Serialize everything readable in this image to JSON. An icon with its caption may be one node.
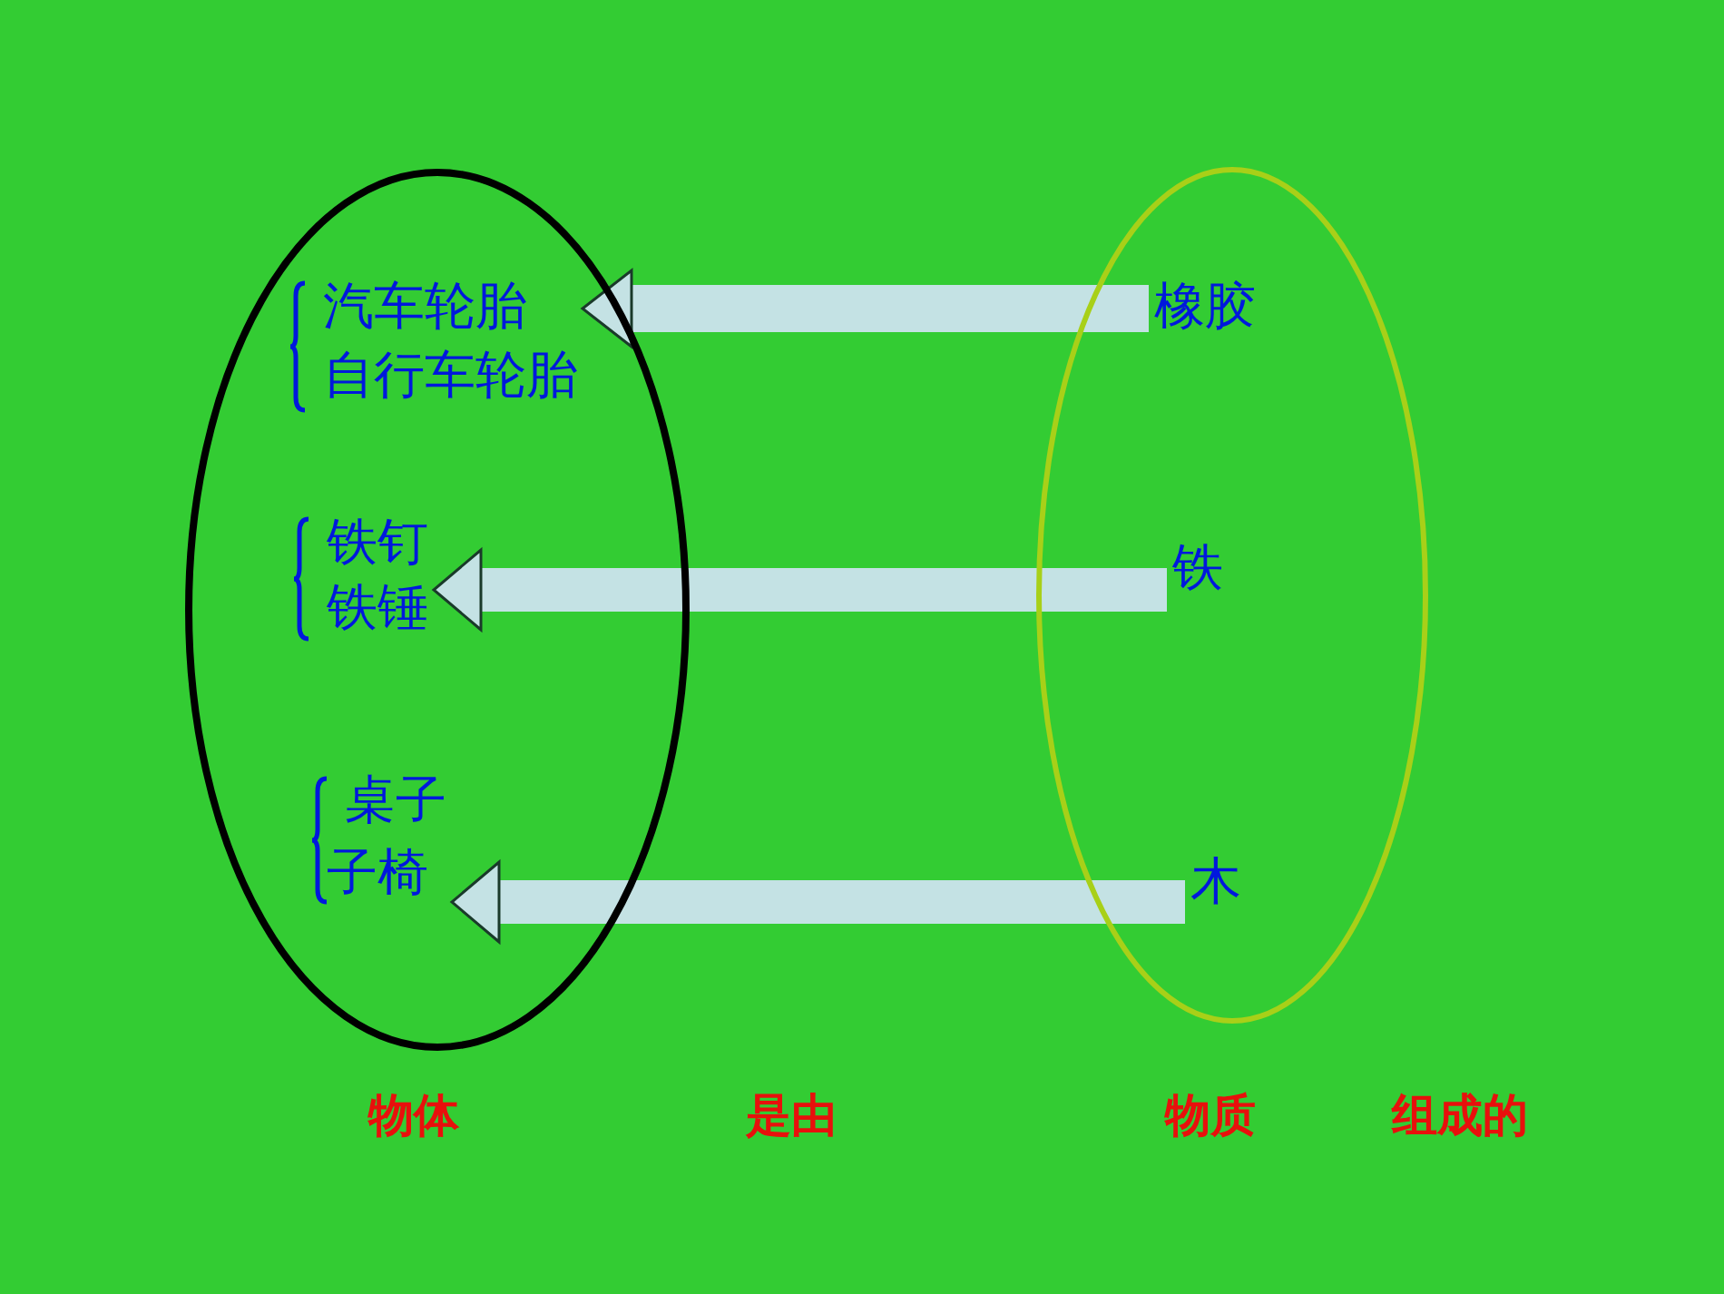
{
  "diagram": {
    "nodes": [
      {
        "text": [],
        "shape": "ellipse"
      },
      {
        "text": [
          "汽车轮胎",
          "自行车轮胎"
        ],
        "in": 0
      },
      {
        "text": [
          "铁钉",
          "铁锤"
        ],
        "in": 0
      },
      {
        "text": [
          "桌子",
          "子椅"
        ],
        "in": 0
      },
      {
        "text": [],
        "shape": "ellipse"
      },
      {
        "text": [
          "橡胶"
        ],
        "in": 4
      },
      {
        "text": [
          "铁"
        ],
        "in": 4
      },
      {
        "text": [
          "木"
        ],
        "in": 4
      }
    ],
    "edges": [
      {
        "from": 5,
        "to": 1,
        "arrow": "to"
      },
      {
        "from": 6,
        "to": 2,
        "arrow": "to"
      },
      {
        "from": 7,
        "to": 3,
        "arrow": "to"
      }
    ],
    "labels": [
      "物体",
      "是由",
      "物质",
      "组成的"
    ]
  }
}
